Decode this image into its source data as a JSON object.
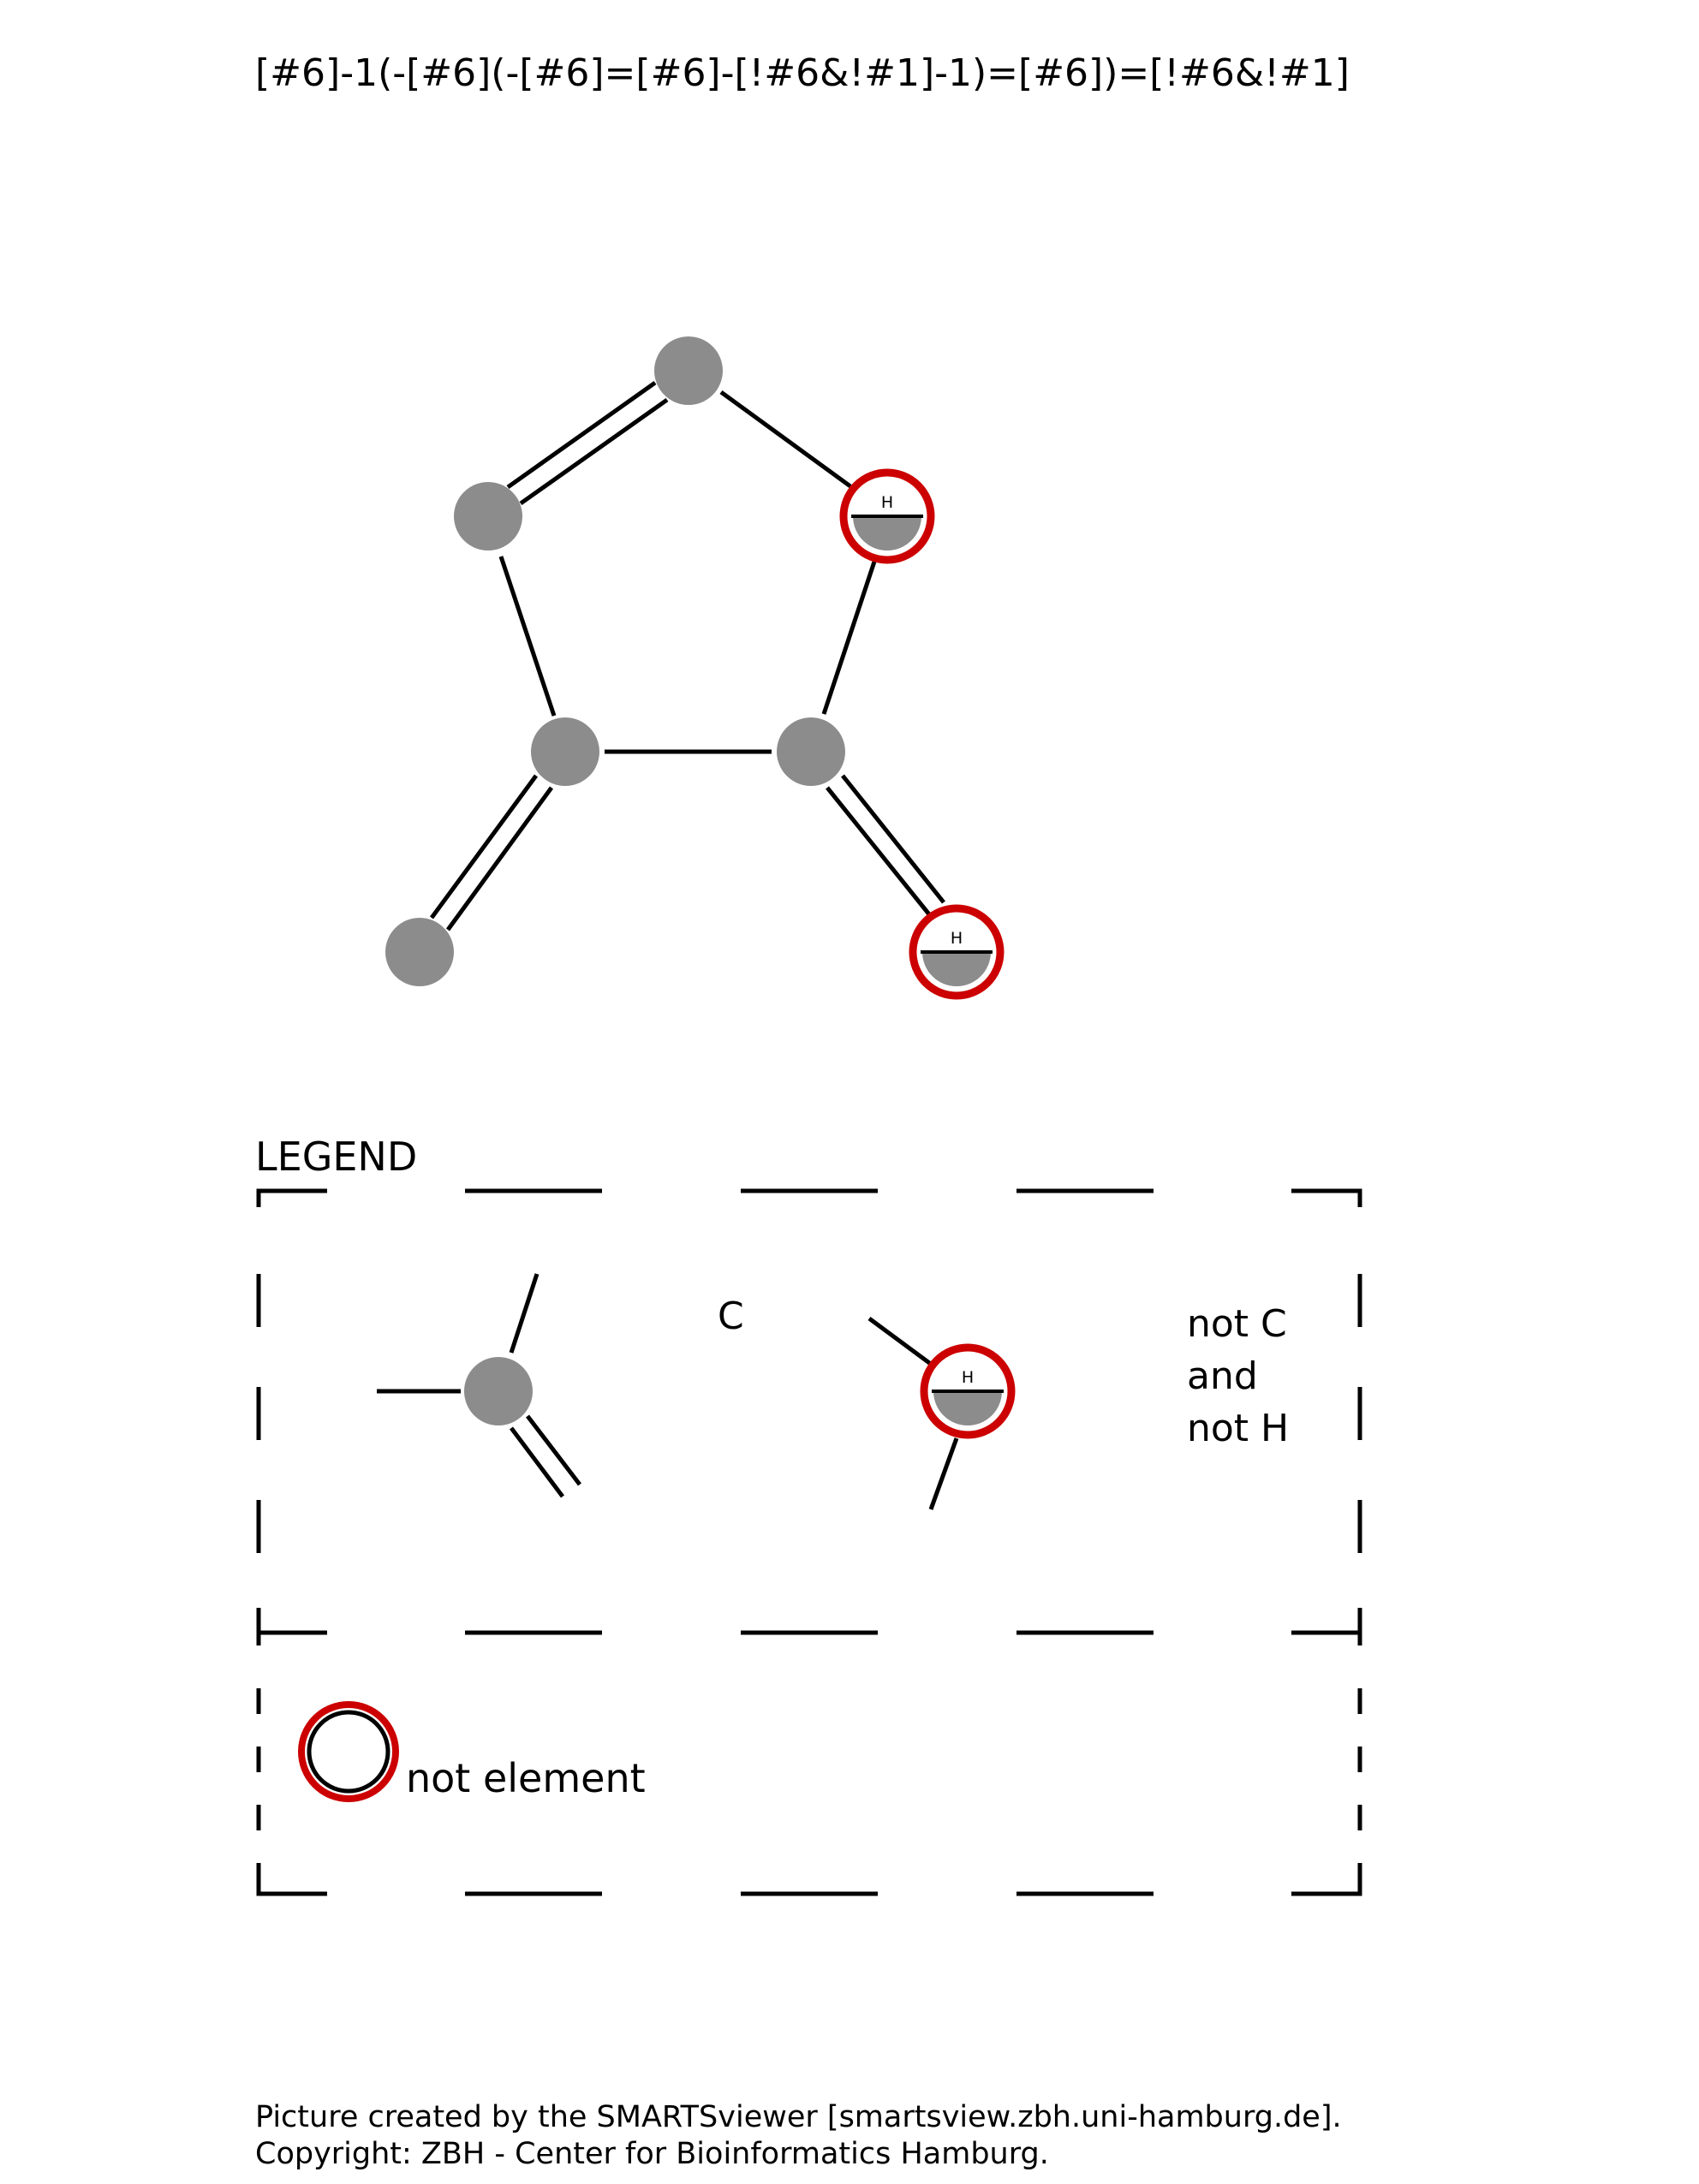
{
  "smarts": "[#6]-1(-[#6](-[#6]=[#6]-[!#6&!#1]-1)=[#6])=[!#6&!#1]",
  "colors": {
    "carbon_fill": "#8c8c8c",
    "query_ring": "#cc0000",
    "bond": "#000000"
  },
  "molecule": {
    "atom_types": [
      "carbon",
      "carbon",
      "not-C-and-not-H",
      "carbon",
      "carbon",
      "carbon",
      "not-C-and-not-H"
    ],
    "not_atom_label": "H",
    "bond_orders": [
      2,
      1,
      1,
      1,
      1,
      2,
      2
    ]
  },
  "legend": {
    "title": "LEGEND",
    "carbon_label": "C",
    "not_atom_label": "H",
    "not_c_lines": [
      "not C",
      "and",
      "not H"
    ],
    "not_element_label": "not element"
  },
  "footer": {
    "line1": "Picture created by the SMARTSviewer [smartsview.zbh.uni-hamburg.de].",
    "line2": "Copyright: ZBH - Center for Bioinformatics Hamburg."
  }
}
